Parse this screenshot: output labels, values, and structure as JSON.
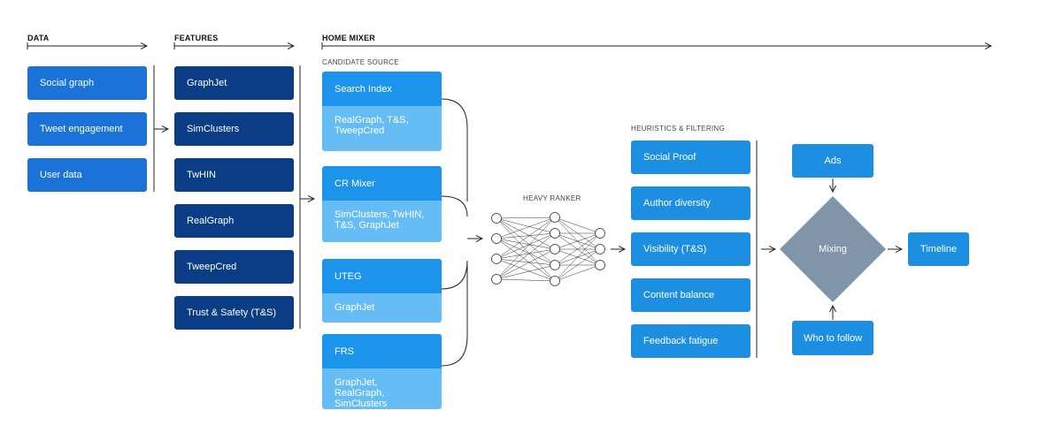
{
  "headers": {
    "data": "DATA",
    "features": "FEATURES",
    "home_mixer": "HOME MIXER",
    "candidate_source": "CANDIDATE SOURCE",
    "heuristics": "HEURISTICS & FILTERING",
    "heavy_ranker": "HEAVY RANKER"
  },
  "data_items": [
    "Social graph",
    "Tweet engagement",
    "User data"
  ],
  "feature_items": [
    "GraphJet",
    "SimClusters",
    "TwHIN",
    "RealGraph",
    "TweepCred",
    "Trust & Safety (T&S)"
  ],
  "candidate_sources": [
    {
      "name": "Search Index",
      "detail_1": "RealGraph, T&S,",
      "detail_2": "TweepCred"
    },
    {
      "name": "CR Mixer",
      "detail_1": "SimClusters, TwHIN,",
      "detail_2": "T&S, GraphJet"
    },
    {
      "name": "UTEG",
      "detail_1": "GraphJet",
      "detail_2": ""
    },
    {
      "name": "FRS",
      "detail_1": "GraphJet, RealGraph,",
      "detail_2": "SimClusters"
    }
  ],
  "heuristics_items": [
    "Social Proof",
    "Author diversity",
    "Visibility (T&S)",
    "Content balance",
    "Feedback fatigue"
  ],
  "mixing": {
    "ads": "Ads",
    "mixing": "Mixing",
    "who_to_follow": "Who to follow",
    "timeline": "Timeline"
  },
  "colors": {
    "data": "#1b72d8",
    "features": "#0b3d86",
    "candidate_top": "#1d94ec",
    "candidate_bottom": "#66bdf6",
    "heuristics": "#1d8fe3",
    "mixing_diamond": "#8094aa"
  }
}
